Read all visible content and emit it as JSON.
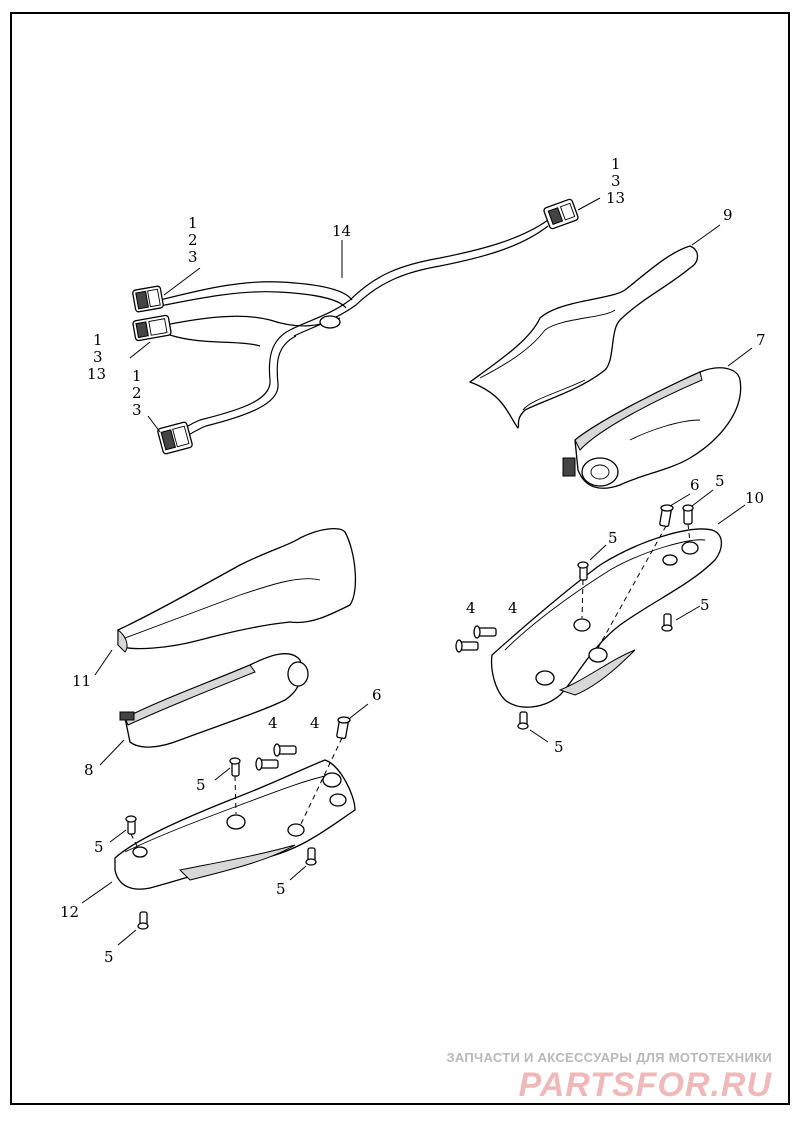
{
  "callouts": {
    "c_harness_top_1": "1",
    "c_harness_top_3": "3",
    "c_harness_top_13": "13",
    "c_conn_a_1": "1",
    "c_conn_a_2": "2",
    "c_conn_a_3": "3",
    "c_conn_b_1": "1",
    "c_conn_b_3": "3",
    "c_conn_b_13": "13",
    "c_conn_c_1": "1",
    "c_conn_c_2": "2",
    "c_conn_c_3": "3",
    "c_harness": "14",
    "c_cover_right": "9",
    "c_module_right": "7",
    "c_screw6_right": "6",
    "c_screw5_right_top": "5",
    "c_housing_right": "10",
    "c_screw5_right_mid": "5",
    "c_screw4_right_a": "4",
    "c_screw4_right_b": "4",
    "c_screw5_right_side": "5",
    "c_screw5_right_bottom": "5",
    "c_cover_left": "11",
    "c_module_left": "8",
    "c_screw6_left": "6",
    "c_screw4_left_a": "4",
    "c_screw4_left_b": "4",
    "c_screw5_left_top": "5",
    "c_screw5_left_mid": "5",
    "c_housing_left": "12",
    "c_screw5_left_side": "5",
    "c_screw5_left_bottom": "5"
  },
  "watermark": {
    "line1": "ЗАПЧАСТИ И АКСЕССУАРЫ ДЛЯ МОТОТЕХНИКИ",
    "line2": "PARTSFOR.RU"
  }
}
